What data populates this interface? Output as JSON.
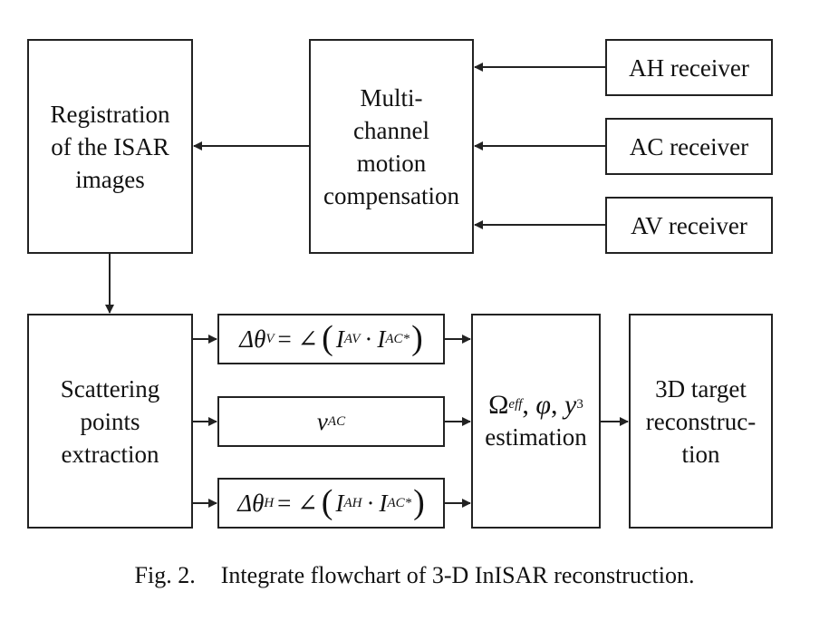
{
  "nodes": {
    "registration": [
      "Registration",
      "of the ISAR",
      "images"
    ],
    "motion_comp": [
      "Multi-",
      "channel",
      "motion",
      "compensation"
    ],
    "ah_receiver": "AH receiver",
    "ac_receiver": "AC receiver",
    "av_receiver": "AV receiver",
    "scattering": [
      "Scattering",
      "points",
      "extraction"
    ],
    "eq_v": {
      "delta": "Δθ",
      "sub": "V",
      "equals": "= ∠",
      "lparen": "(",
      "i1": "I",
      "sup1": "AV",
      "dot": "·",
      "i2": "I",
      "sup2": "AC*",
      "rparen": ")"
    },
    "eq_nu": {
      "nu": "ν",
      "sub": "AC"
    },
    "eq_h": {
      "delta": "Δθ",
      "sub": "H",
      "equals": "= ∠",
      "lparen": "(",
      "i1": "I",
      "sup1": "AH",
      "dot": "·",
      "i2": "I",
      "sup2": "AC*",
      "rparen": ")"
    },
    "estimation": {
      "omega": "Ω",
      "omega_sub": "eff",
      "sep1": ", ",
      "phi": "φ",
      "sep2": ", ",
      "y": "y",
      "y_sub": "3",
      "label": "estimation"
    },
    "target": [
      "3D target",
      "reconstruc-",
      "tion"
    ]
  },
  "caption": {
    "number": "Fig. 2.",
    "text": "Integrate flowchart of 3-D InISAR reconstruction."
  }
}
